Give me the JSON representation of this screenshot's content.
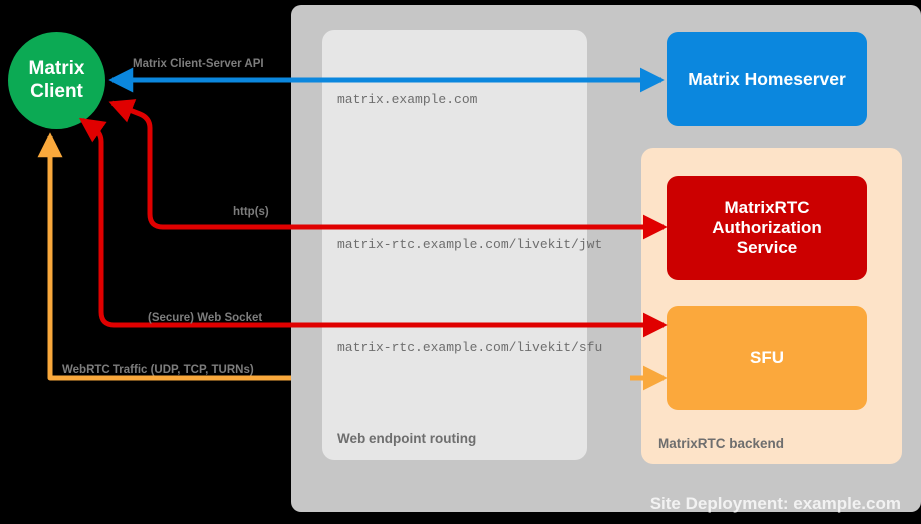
{
  "diagram": {
    "title": "Site Deployment: example.com",
    "background": "#000000",
    "site_container": {
      "label": "Site Deployment: example.com",
      "color": "#c6c6c6"
    },
    "groups": [
      {
        "id": "web-endpoint-routing",
        "label": "Web endpoint routing",
        "color": "#e6e6e6"
      },
      {
        "id": "matrixrtc-backend",
        "label": "MatrixRTC backend",
        "color": "#fde3c8"
      }
    ],
    "nodes": [
      {
        "id": "matrix-client",
        "label": "Matrix\nClient",
        "line1": "Matrix",
        "line2": "Client",
        "shape": "circle",
        "color": "#0caa54",
        "text_color": "#ffffff"
      },
      {
        "id": "matrix-homeserver",
        "label": "Matrix Homeserver",
        "shape": "rounded-rect",
        "color": "#0b87de",
        "text_color": "#ffffff"
      },
      {
        "id": "matrixrtc-authorization-service",
        "label": "MatrixRTC Authorization Service",
        "line1": "MatrixRTC",
        "line2": "Authorization",
        "line3": "Service",
        "shape": "rounded-rect",
        "color": "#cc0000",
        "text_color": "#ffffff"
      },
      {
        "id": "sfu",
        "label": "SFU",
        "shape": "rounded-rect",
        "color": "#fba83c",
        "text_color": "#ffffff"
      }
    ],
    "endpoints": [
      {
        "id": "endpoint-matrix",
        "text": "matrix.example.com"
      },
      {
        "id": "endpoint-jwt",
        "text": "matrix-rtc.example.com/livekit/jwt"
      },
      {
        "id": "endpoint-sfu",
        "text": "matrix-rtc.example.com/livekit/sfu"
      }
    ],
    "connections": [
      {
        "id": "matrix-client-server-api",
        "label": "Matrix Client-Server API",
        "color": "#0b87de",
        "from": "matrix-client",
        "to": "matrix-homeserver"
      },
      {
        "id": "https",
        "label": "http(s)",
        "color": "#e00000",
        "from": "matrix-client",
        "to": "matrixrtc-authorization-service"
      },
      {
        "id": "secure-web-socket",
        "label": "(Secure) Web Socket",
        "color": "#e00000",
        "from": "matrix-client",
        "to": "sfu"
      },
      {
        "id": "webrtc-traffic",
        "label": "WebRTC Traffic (UDP, TCP, TURNs)",
        "color": "#f9a83c",
        "from": "matrix-client",
        "to": "sfu"
      }
    ]
  }
}
